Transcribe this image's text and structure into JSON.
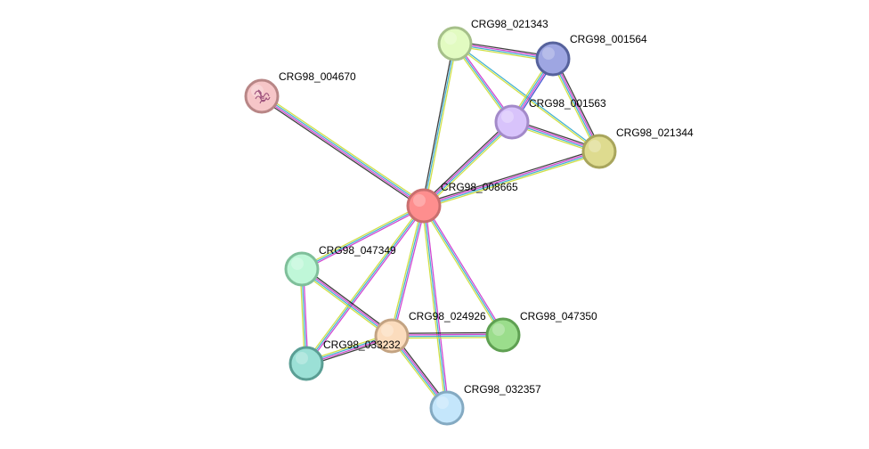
{
  "nodes": [
    {
      "id": "CRG98_008665",
      "label": "CRG98_008665",
      "fill": "#fe8e8e",
      "stroke": "#c96f6f"
    },
    {
      "id": "CRG98_004670",
      "label": "CRG98_004670",
      "fill": "#f6c6c8",
      "stroke": "#b88686"
    },
    {
      "id": "CRG98_021343",
      "label": "CRG98_021343",
      "fill": "#e2fbc1",
      "stroke": "#a6c08a"
    },
    {
      "id": "CRG98_001564",
      "label": "CRG98_001564",
      "fill": "#9ea6e2",
      "stroke": "#56629c"
    },
    {
      "id": "CRG98_001563",
      "label": "CRG98_001563",
      "fill": "#d8c3fb",
      "stroke": "#a38ac9"
    },
    {
      "id": "CRG98_021344",
      "label": "CRG98_021344",
      "fill": "#dedb8f",
      "stroke": "#a8a55c"
    },
    {
      "id": "CRG98_047349",
      "label": "CRG98_047349",
      "fill": "#bff7d8",
      "stroke": "#7fbf9a"
    },
    {
      "id": "CRG98_024926",
      "label": "CRG98_024926",
      "fill": "#fbdcbd",
      "stroke": "#c3a382"
    },
    {
      "id": "CRG98_047350",
      "label": "CRG98_047350",
      "fill": "#9bdd8c",
      "stroke": "#5fa052"
    },
    {
      "id": "CRG98_033232",
      "label": "CRG98_033232",
      "fill": "#9be0d6",
      "stroke": "#5a9e94"
    },
    {
      "id": "CRG98_032357",
      "label": "CRG98_032357",
      "fill": "#c4e6fb",
      "stroke": "#84aac2"
    }
  ],
  "edges": [
    {
      "source": "CRG98_008665",
      "target": "CRG98_004670",
      "evidence": [
        "black",
        "magenta",
        "cyan",
        "yellow"
      ]
    },
    {
      "source": "CRG98_008665",
      "target": "CRG98_021343",
      "evidence": [
        "black",
        "cyan",
        "yellow"
      ]
    },
    {
      "source": "CRG98_008665",
      "target": "CRG98_001563",
      "evidence": [
        "black",
        "magenta",
        "cyan",
        "yellow"
      ]
    },
    {
      "source": "CRG98_008665",
      "target": "CRG98_021344",
      "evidence": [
        "black",
        "magenta",
        "cyan",
        "yellow"
      ]
    },
    {
      "source": "CRG98_008665",
      "target": "CRG98_047349",
      "evidence": [
        "magenta",
        "cyan",
        "yellow"
      ]
    },
    {
      "source": "CRG98_008665",
      "target": "CRG98_024926",
      "evidence": [
        "magenta",
        "cyan",
        "yellow"
      ]
    },
    {
      "source": "CRG98_008665",
      "target": "CRG98_047350",
      "evidence": [
        "magenta",
        "cyan",
        "yellow"
      ]
    },
    {
      "source": "CRG98_008665",
      "target": "CRG98_033232",
      "evidence": [
        "magenta",
        "cyan",
        "yellow"
      ]
    },
    {
      "source": "CRG98_008665",
      "target": "CRG98_032357",
      "evidence": [
        "magenta",
        "cyan",
        "yellow"
      ]
    },
    {
      "source": "CRG98_021343",
      "target": "CRG98_001564",
      "evidence": [
        "black",
        "magenta",
        "cyan",
        "yellow"
      ]
    },
    {
      "source": "CRG98_021343",
      "target": "CRG98_001563",
      "evidence": [
        "magenta",
        "cyan",
        "yellow"
      ]
    },
    {
      "source": "CRG98_021343",
      "target": "CRG98_021344",
      "evidence": [
        "cyan",
        "yellow"
      ]
    },
    {
      "source": "CRG98_001564",
      "target": "CRG98_001563",
      "evidence": [
        "blue",
        "magenta",
        "cyan",
        "yellow"
      ]
    },
    {
      "source": "CRG98_001564",
      "target": "CRG98_021344",
      "evidence": [
        "black",
        "magenta",
        "cyan",
        "yellow"
      ]
    },
    {
      "source": "CRG98_001563",
      "target": "CRG98_021344",
      "evidence": [
        "black",
        "magenta",
        "cyan",
        "yellow"
      ]
    },
    {
      "source": "CRG98_047349",
      "target": "CRG98_024926",
      "evidence": [
        "black",
        "magenta",
        "cyan",
        "yellow"
      ]
    },
    {
      "source": "CRG98_047349",
      "target": "CRG98_033232",
      "evidence": [
        "magenta",
        "cyan",
        "yellow"
      ]
    },
    {
      "source": "CRG98_024926",
      "target": "CRG98_047350",
      "evidence": [
        "black",
        "magenta",
        "cyan",
        "yellow"
      ]
    },
    {
      "source": "CRG98_024926",
      "target": "CRG98_033232",
      "evidence": [
        "black",
        "magenta",
        "cyan",
        "yellow"
      ]
    },
    {
      "source": "CRG98_024926",
      "target": "CRG98_032357",
      "evidence": [
        "black",
        "magenta",
        "cyan",
        "yellow"
      ]
    }
  ],
  "evidence_colors": {
    "black": "#000000",
    "magenta": "#cc33cc",
    "cyan": "#33aacc",
    "yellow": "#ccdd33",
    "blue": "#3344cc"
  }
}
